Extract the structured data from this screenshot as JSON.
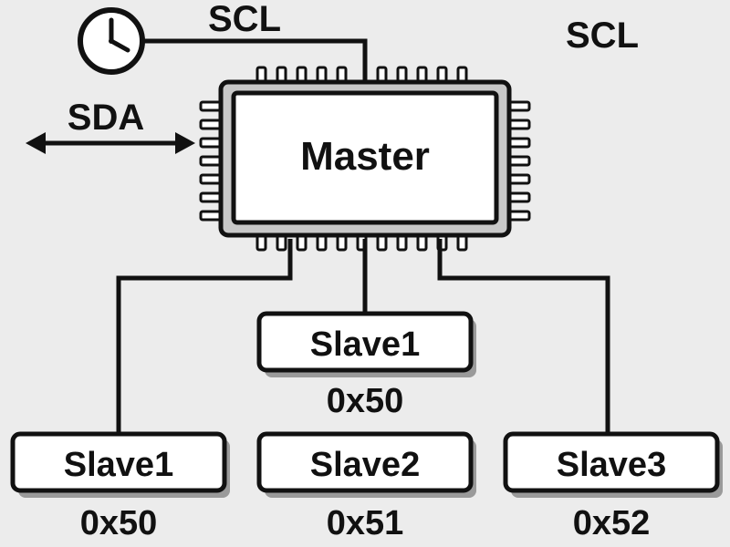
{
  "labels": {
    "scl_top": "SCL",
    "scl_right": "SCL",
    "sda": "SDA"
  },
  "master": {
    "label": "Master"
  },
  "slaves": [
    {
      "label": "Slave1",
      "address": "0x50"
    },
    {
      "label": "Slave1",
      "address": "0x50"
    },
    {
      "label": "Slave2",
      "address": "0x51"
    },
    {
      "label": "Slave3",
      "address": "0x52"
    }
  ],
  "colors": {
    "background": "#ececec",
    "line": "#111111",
    "box_fill": "#ffffff",
    "shadow": "#9a9a9a"
  },
  "icons": {
    "clock": "clock-icon",
    "arrow": "bidirectional-arrow-icon"
  }
}
